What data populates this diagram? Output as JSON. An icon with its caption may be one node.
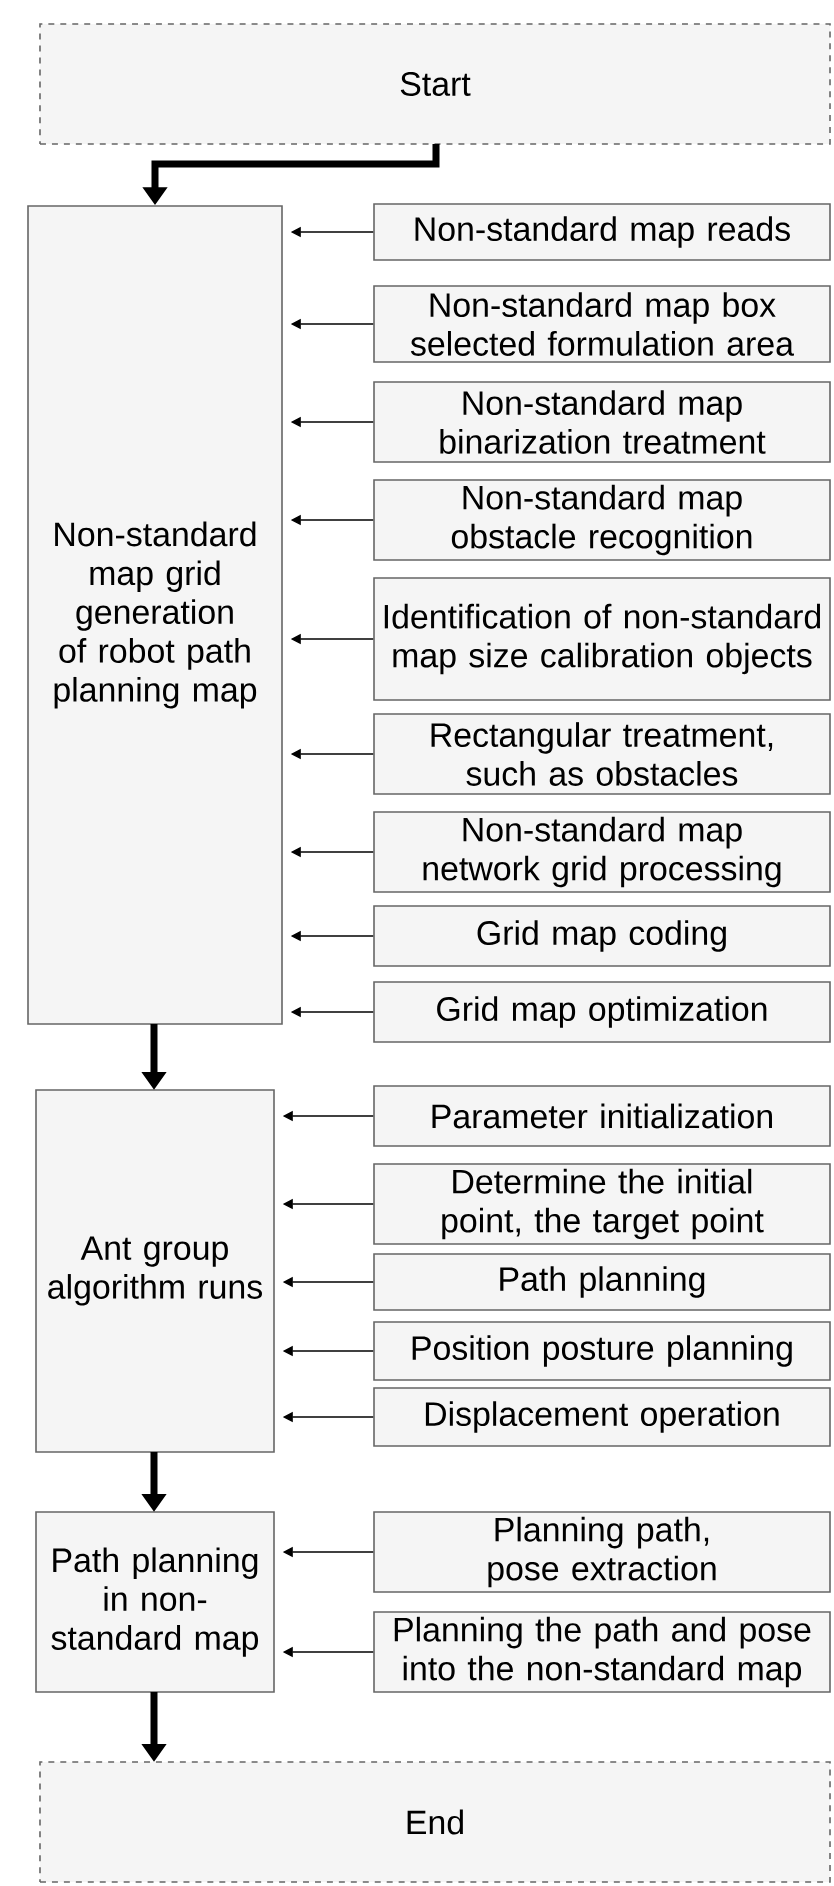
{
  "diagram": {
    "nodes": [
      {
        "text": [
          "Start"
        ]
      },
      {
        "text": [
          "Non-standard map grid generation of robot path planning map"
        ]
      },
      {
        "text": [
          "Non-standard map reads"
        ]
      },
      {
        "text": [
          "Non-standard map box selected formulation area"
        ]
      },
      {
        "text": [
          "Non-standard map binarization treatment"
        ]
      },
      {
        "text": [
          "Non-standard map obstacle recognition"
        ]
      },
      {
        "text": [
          "Identification of non-standard map size calibration objects"
        ]
      },
      {
        "text": [
          "Rectangular treatment, such as obstacles"
        ]
      },
      {
        "text": [
          "Non-standard map network grid processing"
        ]
      },
      {
        "text": [
          "Grid map coding"
        ]
      },
      {
        "text": [
          "Grid map optimization"
        ]
      },
      {
        "text": [
          "Ant group algorithm runs"
        ]
      },
      {
        "text": [
          "Parameter initialization"
        ]
      },
      {
        "text": [
          "Determine the initial point, the target point"
        ]
      },
      {
        "text": [
          "Path planning"
        ]
      },
      {
        "text": [
          "Position posture planning"
        ]
      },
      {
        "text": [
          "Displacement operation"
        ]
      },
      {
        "text": [
          "Path planning in non-standard map"
        ]
      },
      {
        "text": [
          "Planning path, pose extraction"
        ]
      },
      {
        "text": [
          "Planning the path and pose into the non-standard map"
        ]
      },
      {
        "text": [
          "End"
        ]
      }
    ],
    "edges": [
      {
        "from": 0,
        "to": 1,
        "arrow": "to",
        "style": "thick"
      },
      {
        "from": 2,
        "to": 1,
        "arrow": "to"
      },
      {
        "from": 3,
        "to": 1,
        "arrow": "to"
      },
      {
        "from": 4,
        "to": 1,
        "arrow": "to"
      },
      {
        "from": 5,
        "to": 1,
        "arrow": "to"
      },
      {
        "from": 6,
        "to": 1,
        "arrow": "to"
      },
      {
        "from": 7,
        "to": 1,
        "arrow": "to"
      },
      {
        "from": 8,
        "to": 1,
        "arrow": "to"
      },
      {
        "from": 9,
        "to": 1,
        "arrow": "to"
      },
      {
        "from": 10,
        "to": 1,
        "arrow": "to"
      },
      {
        "from": 1,
        "to": 11,
        "arrow": "to",
        "style": "thick"
      },
      {
        "from": 12,
        "to": 11,
        "arrow": "to"
      },
      {
        "from": 13,
        "to": 11,
        "arrow": "to"
      },
      {
        "from": 14,
        "to": 11,
        "arrow": "to"
      },
      {
        "from": 15,
        "to": 11,
        "arrow": "to"
      },
      {
        "from": 16,
        "to": 11,
        "arrow": "to"
      },
      {
        "from": 11,
        "to": 17,
        "arrow": "to",
        "style": "thick"
      },
      {
        "from": 18,
        "to": 17,
        "arrow": "to"
      },
      {
        "from": 19,
        "to": 17,
        "arrow": "to"
      },
      {
        "from": 17,
        "to": 20,
        "arrow": "to",
        "style": "thick"
      }
    ]
  }
}
